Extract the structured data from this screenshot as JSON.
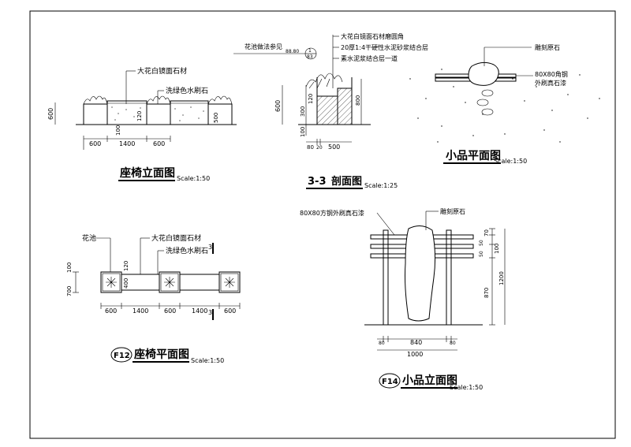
{
  "sheet": {
    "bench_elevation": {
      "title": "座椅立面图",
      "scale": "Scale:1:50",
      "callout_stone": "大花白镜面石材",
      "callout_wash": "洗绿色水刷石",
      "dim_height": "600",
      "dim_100": "100",
      "dim_120": "120",
      "dim_500": "500",
      "dim_left": "600",
      "dim_mid": "1400",
      "dim_right": "600"
    },
    "section_33": {
      "number": "3-3",
      "title": "剖面图",
      "scale": "Scale:1:25",
      "ref_label": "花池做法参见",
      "ref_code": "88.80",
      "ref_num": "1",
      "ref_sheet": "83",
      "note1": "大花白镜面石材磨圆角",
      "note2": "20厚1:4干硬性水泥砂浆结合层",
      "note3": "素水泥浆结合层一道",
      "dim_600": "600",
      "dim_300": "300",
      "dim_100v": "100",
      "dim_120": "120",
      "dim_800": "800",
      "dim_80": "80",
      "dim_20": "20",
      "dim_500": "500"
    },
    "feature_plan": {
      "title": "小品平面图",
      "scale": "Scale:1:50",
      "label_stone": "雕刻原石",
      "label_steel_1": "80X80角钢",
      "label_steel_2": "外刷真石漆"
    },
    "bench_plan": {
      "marker": "F12",
      "title": "座椅平面图",
      "scale": "Scale:1:50",
      "label_planter": "花池",
      "label_stone": "大花白镜面石材",
      "label_wash": "洗绿色水刷石",
      "section_mark_top": "3",
      "section_mark_bottom": "3",
      "dim_700": "700",
      "dim_100": "100",
      "dim_120": "120",
      "dim_400": "400",
      "dims_bottom": [
        "600",
        "1400",
        "600",
        "1400",
        "600"
      ]
    },
    "feature_elevation": {
      "marker": "F14",
      "title": "小品立面图",
      "scale": "Scale:1:50",
      "label_steel": "80X80方钢外刷真石漆",
      "label_stone": "雕刻原石",
      "dim_70": "70",
      "dim_50a": "50",
      "dim_50b": "50",
      "dim_100": "100",
      "dim_870": "870",
      "dim_1200": "1200",
      "dim_80a": "80",
      "dim_840": "840",
      "dim_80b": "80",
      "dim_1000": "1000"
    }
  }
}
